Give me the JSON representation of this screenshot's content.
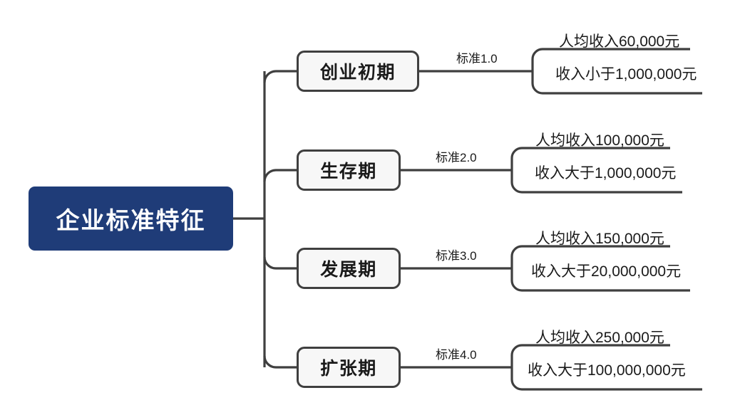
{
  "diagram": {
    "type": "mind-map",
    "title_node": "企业标准特征",
    "colors": {
      "root_fill": "#1F3C78",
      "root_text": "#FFFFFF",
      "node_fill": "#F7F7F7",
      "node_border": "#3F3F3F",
      "connector": "#3F3F3F",
      "text": "#1A1A1A",
      "background": "#FFFFFF"
    },
    "root": {
      "label": "企业标准特征"
    },
    "branches": [
      {
        "label": "创业初期",
        "edge_label": "标准1.0",
        "leaf_top": "人均收入60,000元",
        "leaf_bottom": "收入小于1,000,000元"
      },
      {
        "label": "生存期",
        "edge_label": "标准2.0",
        "leaf_top": "人均收入100,000元",
        "leaf_bottom": "收入大于1,000,000元"
      },
      {
        "label": "发展期",
        "edge_label": "标准3.0",
        "leaf_top": "人均收入150,000元",
        "leaf_bottom": "收入大于20,000,000元"
      },
      {
        "label": "扩张期",
        "edge_label": "标准4.0",
        "leaf_top": "人均收入250,000元",
        "leaf_bottom": "收入大于100,000,000元"
      }
    ]
  }
}
